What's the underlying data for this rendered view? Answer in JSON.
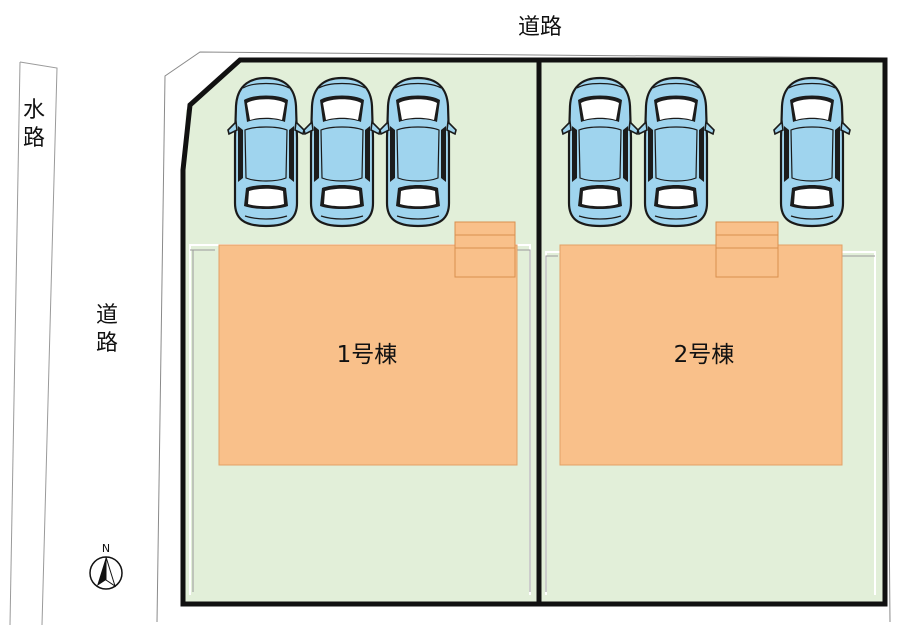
{
  "labels": {
    "road_top": "道路",
    "road_left": "道路",
    "waterway": "水路",
    "north": "N"
  },
  "buildings": [
    {
      "label": "1号棟"
    },
    {
      "label": "2号棟"
    }
  ],
  "colors": {
    "lot": "#e2efd9",
    "building": "#f9c08a",
    "building_stroke": "#e8a469",
    "car_body": "#9fd4ee",
    "car_window": "#ffffff",
    "boundary": "#111111"
  },
  "lots": [
    {
      "parking_spaces": 3
    },
    {
      "parking_spaces": 3
    }
  ]
}
